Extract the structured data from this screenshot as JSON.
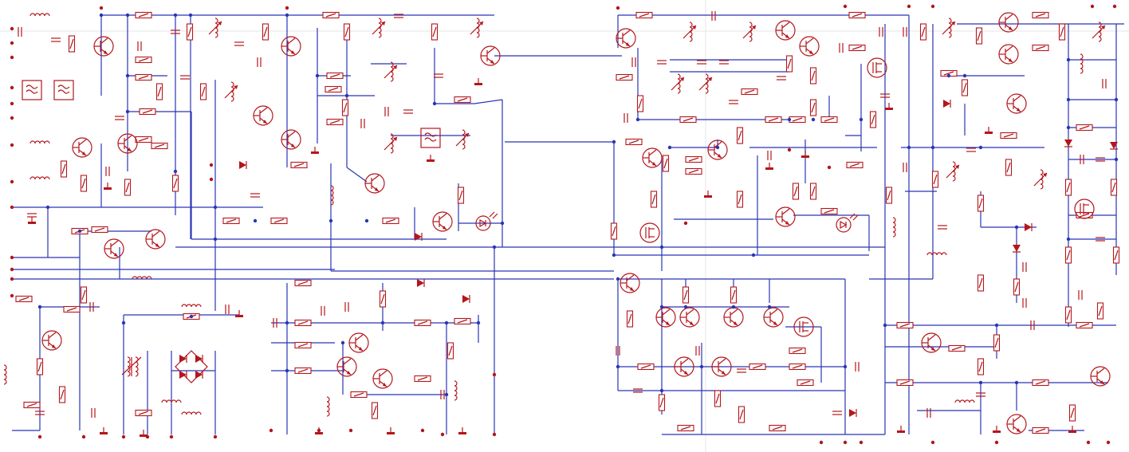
{
  "diagram": {
    "kind": "electronic-schematic",
    "has_text_labels": false,
    "colors": {
      "wire": "#2a35b5",
      "component": "#b4161b",
      "background": "#ffffff",
      "sheet_divider": "#e6e6e6"
    },
    "component_types": [
      "resistor",
      "capacitor",
      "polarized-capacitor",
      "inductor",
      "variable-inductor",
      "transformer",
      "npn-transistor",
      "pnp-transistor",
      "mosfet",
      "diode",
      "led",
      "bridge-rectifier",
      "crystal-filter",
      "ground",
      "terminal"
    ],
    "sheets": [
      "left",
      "right"
    ]
  }
}
